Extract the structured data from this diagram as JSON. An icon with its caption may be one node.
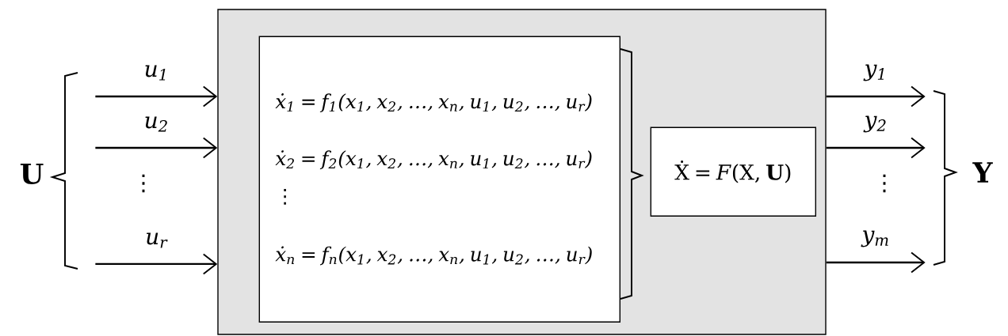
{
  "diagram": {
    "nodes": [
      {
        "text": [],
        "shape": "box"
      },
      {
        "text": [
          "ẋ$_{1}$ = f$_{1}$(x$_{1}$, x$_{2}$, …, x$_{n}$, u$_{1}$, u$_{2}$, …, u$_{r}$)",
          "ẋ$_{2}$ = f$_{2}$(x$_{1}$, x$_{2}$, …, x$_{n}$, u$_{1}$, u$_{2}$, …, u$_{r}$)",
          "⋮",
          "ẋ$_{n}$ = f$_{n}$(x$_{1}$, x$_{2}$, …, x$_{n}$, u$_{1}$, u$_{2}$, …, u$_{r}$)"
        ],
        "in": 0
      },
      {
        "text": [
          "Ẋ = *F*(X, **U**)"
        ],
        "in": 0
      },
      {
        "text": [
          "U"
        ]
      },
      {
        "text": [
          "Y"
        ]
      }
    ],
    "edges": [
      {
        "from": 3,
        "to": 0,
        "arrow": "to",
        "label": "u$_{1}$"
      },
      {
        "from": 3,
        "to": 0,
        "arrow": "to",
        "label": "u$_{2}$"
      },
      {
        "from": 3,
        "to": 0,
        "arrow": "to",
        "label": "u$_{r}$"
      },
      {
        "from": 0,
        "to": 4,
        "arrow": "to",
        "label": "y$_{1}$"
      },
      {
        "from": 0,
        "to": 4,
        "arrow": "to",
        "label": "y$_{2}$"
      },
      {
        "from": 0,
        "to": 4,
        "arrow": "to",
        "label": "y$_{m}$"
      }
    ],
    "labels": [
      "⋮",
      "⋮"
    ]
  }
}
